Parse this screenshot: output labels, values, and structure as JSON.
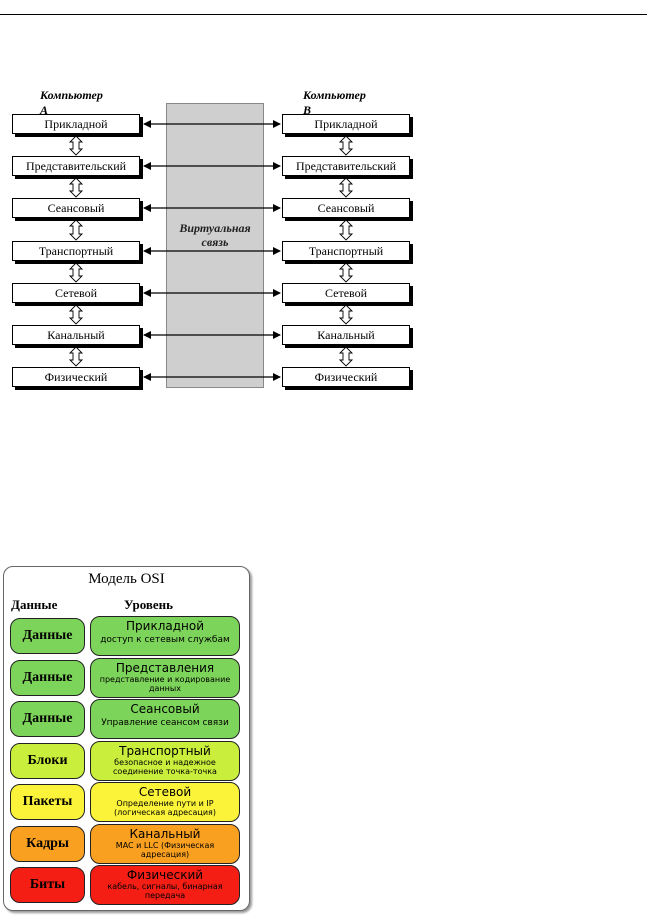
{
  "diagram1": {
    "computer_a": "Компьютер А",
    "computer_b": "Компьютер В",
    "virtual_line1": "Виртуальная",
    "virtual_line2": "связь",
    "layers": [
      "Прикладной",
      "Представительский",
      "Сеансовый",
      "Транспортный",
      "Сетевой",
      "Канальный",
      "Физический"
    ]
  },
  "diagram2": {
    "title": "Модель OSI",
    "col_data": "Данные",
    "col_level": "Уровень",
    "rows": [
      {
        "data": "Данные",
        "name": "Прикладной",
        "desc": "доступ к сетевым службам",
        "color": "#7dd45a"
      },
      {
        "data": "Данные",
        "name": "Представления",
        "desc": "представление и кодирование данных",
        "color": "#7dd45a"
      },
      {
        "data": "Данные",
        "name": "Сеансовый",
        "desc": "Управление сеансом связи",
        "color": "#7dd45a"
      },
      {
        "data": "Блоки",
        "name": "Транспортный",
        "desc": "безопасное и надежное соединение точка-точка",
        "color": "#c9ef3c"
      },
      {
        "data": "Пакеты",
        "name": "Сетевой",
        "desc": "Определение пути и IP (логическая адресация)",
        "color": "#fbf33a"
      },
      {
        "data": "Кадры",
        "name": "Канальный",
        "desc": "MAC и LLC (Физическая адресация)",
        "color": "#f9a020"
      },
      {
        "data": "Биты",
        "name": "Физический",
        "desc": "кабель, сигналы, бинарная передача",
        "color": "#f41e14"
      }
    ]
  }
}
